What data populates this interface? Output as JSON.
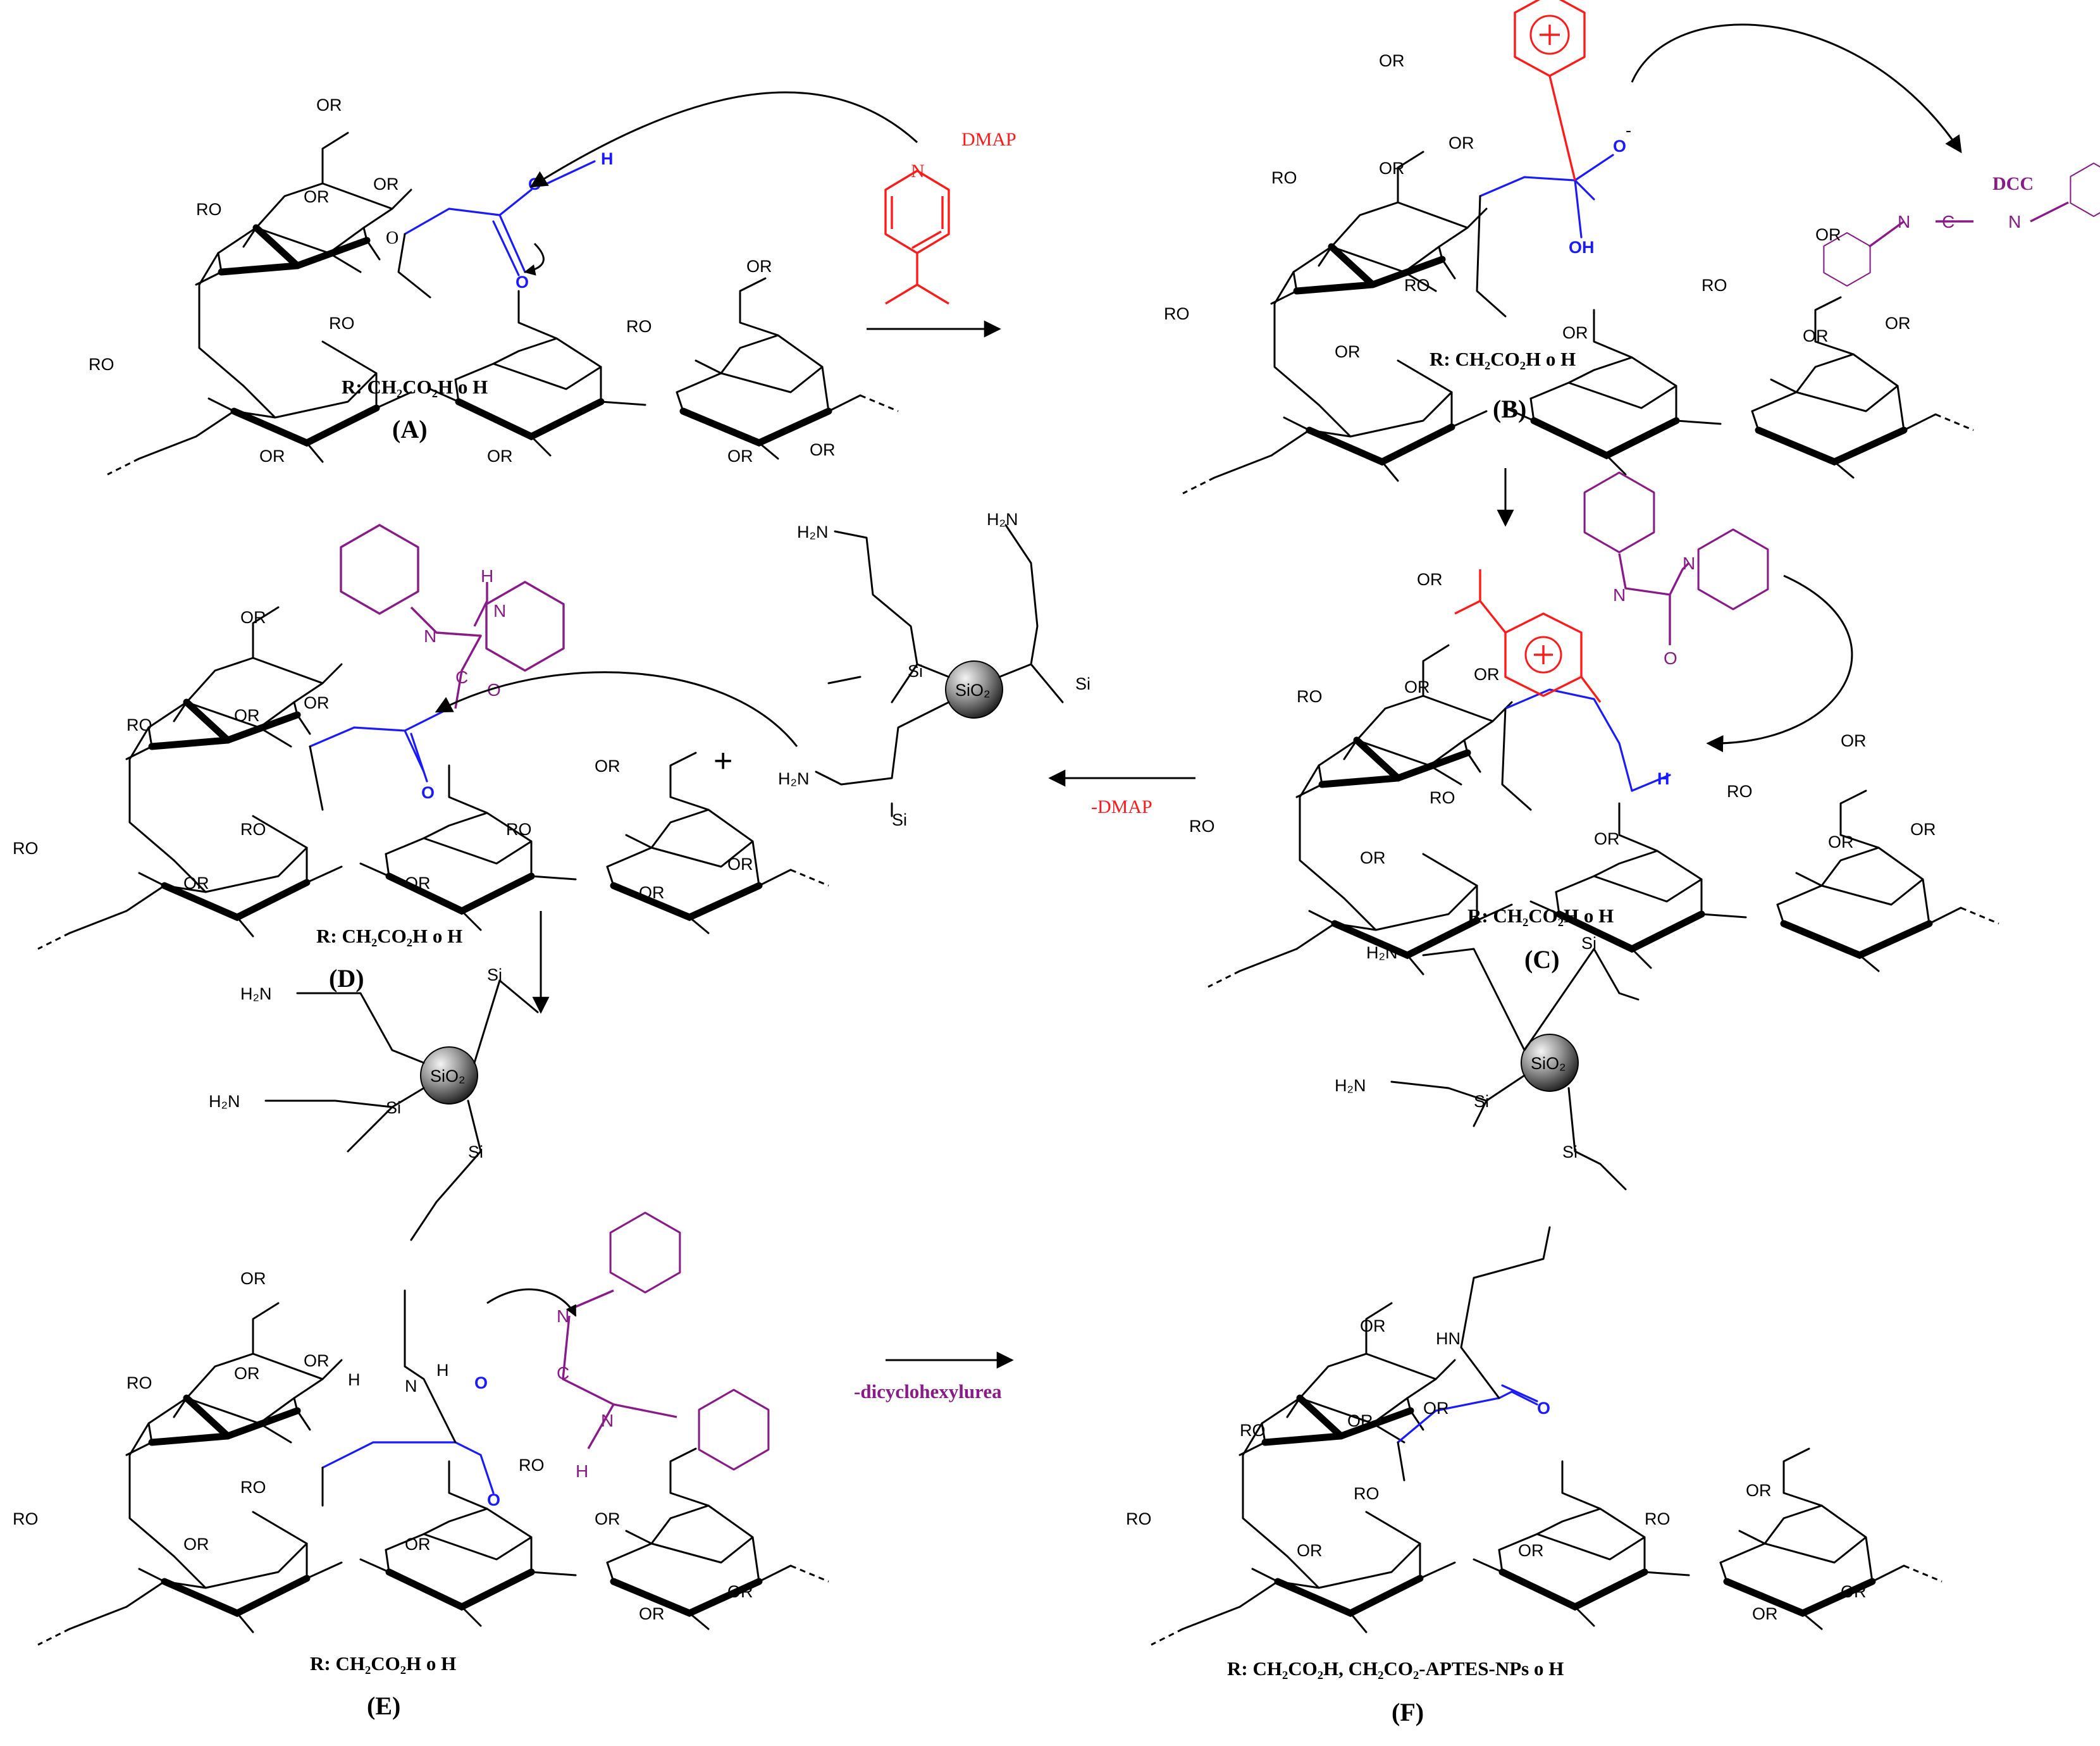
{
  "panels": {
    "A": {
      "label": "(A)",
      "caption": "R: CH₂CO₂H o H"
    },
    "B": {
      "label": "(B)",
      "caption": "R: CH₂CO₂H o H"
    },
    "C": {
      "label": "(C)",
      "caption": "R: CH₂CO₂H o H"
    },
    "D": {
      "label": "(D)",
      "caption": "R: CH₂CO₂H o H"
    },
    "E": {
      "label": "(E)",
      "caption": "R: CH₂CO₂H o H"
    },
    "F": {
      "label": "(F)",
      "caption": "R: CH₂CO₂H, CH₂CO₂-APTES-NPs o H"
    }
  },
  "reagents": {
    "dmap": "DMAP",
    "dcc": "DCC",
    "minus_dmap": "-DMAP",
    "minus_dcu": "-dicyclohexylurea",
    "plus": "+"
  },
  "atoms": {
    "or": "OR",
    "ro": "RO",
    "o": "O",
    "oh": "OH",
    "h": "H",
    "n": "N",
    "si": "Si",
    "sio2": "SiO₂",
    "h2n": "H₂N",
    "hn": "HN",
    "c": "C",
    "minus": "-"
  },
  "colors": {
    "carboxymethyl": "#1a1aff",
    "dmap": "#ff1a1a",
    "dcc": "#8a1a8a",
    "bonds": "#000000"
  }
}
